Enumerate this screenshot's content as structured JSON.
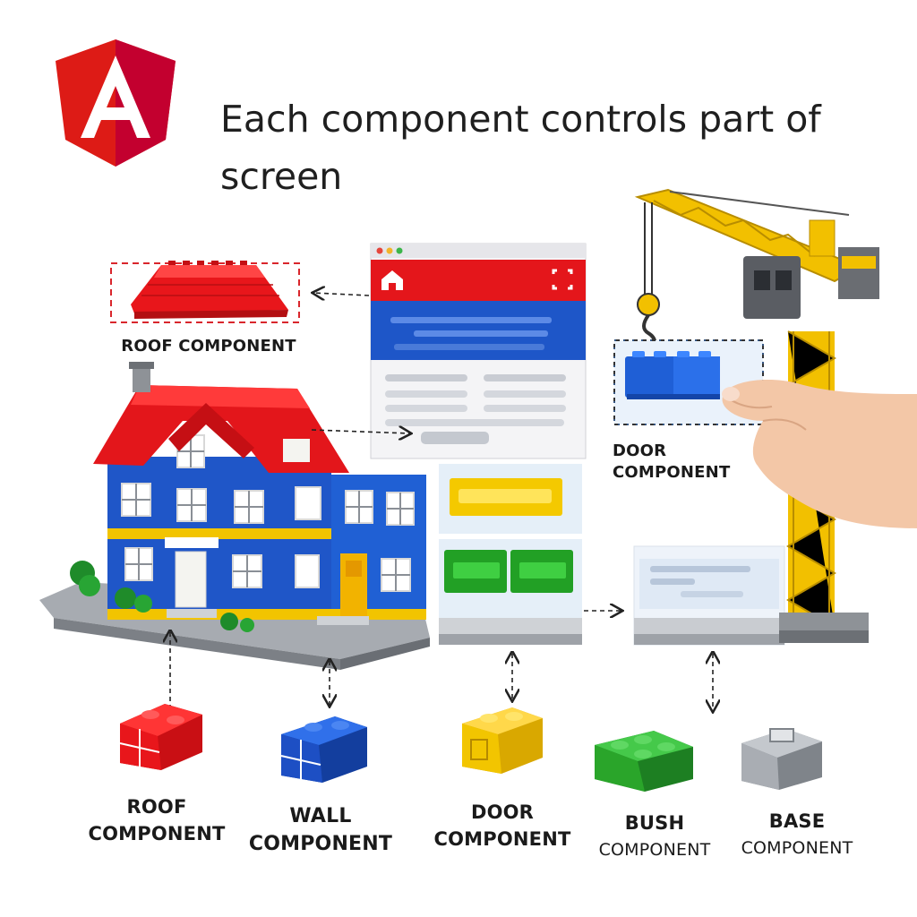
{
  "header": {
    "title": "Each component controls part of screen",
    "logo_icon": "angular-shield-icon",
    "logo_color": "#dd1b16"
  },
  "callouts": {
    "roof": "ROOF COMPONENT",
    "door_line1": "DOOR",
    "door_line2": "COMPONENT"
  },
  "legend": [
    {
      "line1": "ROOF",
      "line2": "COMPONENT",
      "color": "#e01b1b",
      "icon": "red-brick-icon"
    },
    {
      "line1": "WALL",
      "line2": "COMPONENT",
      "color": "#1d4fc4",
      "icon": "blue-brick-icon"
    },
    {
      "line1": "DOOR",
      "line2": "COMPONENT",
      "color": "#f2c500",
      "icon": "yellow-brick-icon"
    },
    {
      "line1": "BUSH",
      "line2": "COMPONENT",
      "color": "#2aa52a",
      "icon": "green-brick-icon"
    },
    {
      "line1": "BASE",
      "line2": "COMPONENT",
      "color": "#a9adb3",
      "icon": "gray-brick-icon"
    }
  ],
  "mockup": {
    "header_color": "#e4161b",
    "nav_color": "#1e56c8",
    "home_icon": "home-icon",
    "expand_icon": "expand-icon"
  }
}
